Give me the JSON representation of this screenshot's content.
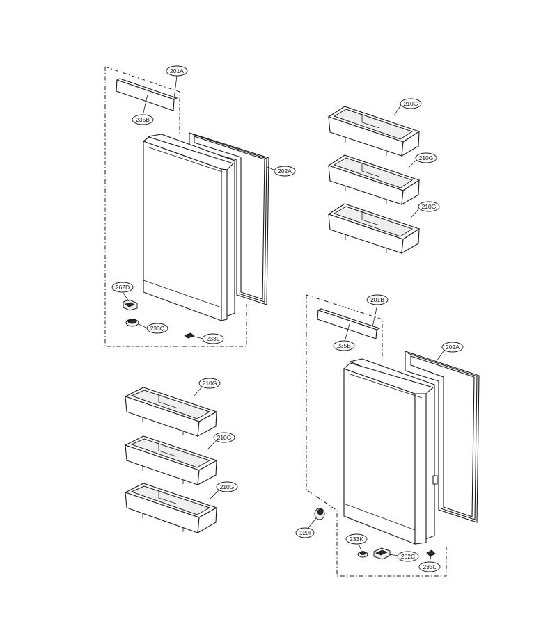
{
  "callouts": {
    "upper_left_door": {
      "door_assembly": "201A",
      "handle_strip": "235B",
      "gasket": "202A",
      "hinge_bracket": "262D",
      "hinge_bushing": "233Q",
      "stopper": "233L"
    },
    "upper_right_bins": [
      "210G",
      "210G",
      "210G"
    ],
    "lower_left_bins": [
      "210G",
      "210G",
      "210G"
    ],
    "lower_right_door": {
      "door_assembly": "201B",
      "handle_strip": "235B",
      "gasket": "202A",
      "cam": "120I",
      "hinge_bushing": "233K",
      "hinge_bracket": "262C",
      "stopper": "233L"
    }
  }
}
